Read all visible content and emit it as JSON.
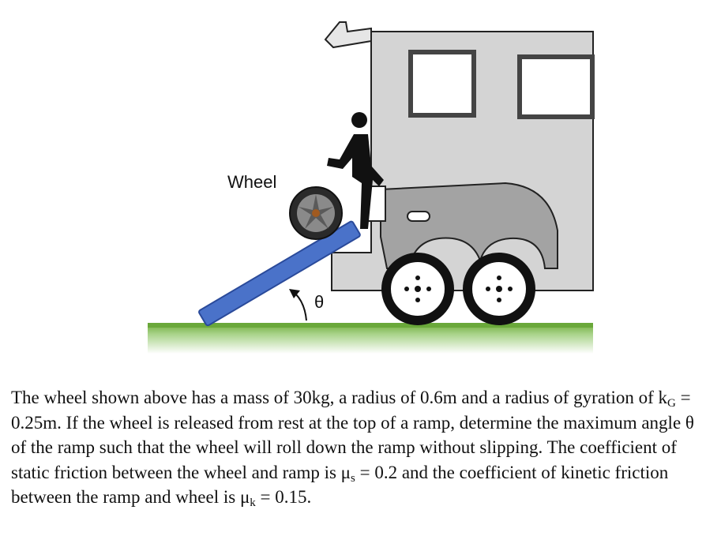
{
  "figure": {
    "wheel_label": "Wheel",
    "angle_label": "θ",
    "colors": {
      "ramp": "#4a72c9",
      "grass": "#7ab648",
      "trailer_body": "#d4d4d4",
      "fender": "#a3a3a3",
      "wheel_rim": "#8a8a8a"
    }
  },
  "problem": {
    "p1": "The wheel shown above has a mass of 30kg, a radius of 0.6m and a radius of gyration of k",
    "kG_sub": "G",
    "p2": " = 0.25m. If the wheel is released from rest at the top of a ramp, determine the maximum angle θ of the ramp such that the wheel will roll down the ramp without slipping. The coefficient of static friction between the wheel and ramp is μ",
    "mus_sub": "s",
    "p3": " = 0.2 and the coefficient of kinetic friction between the ramp and wheel is μ",
    "muk_sub": "k",
    "p4": " = 0.15."
  }
}
